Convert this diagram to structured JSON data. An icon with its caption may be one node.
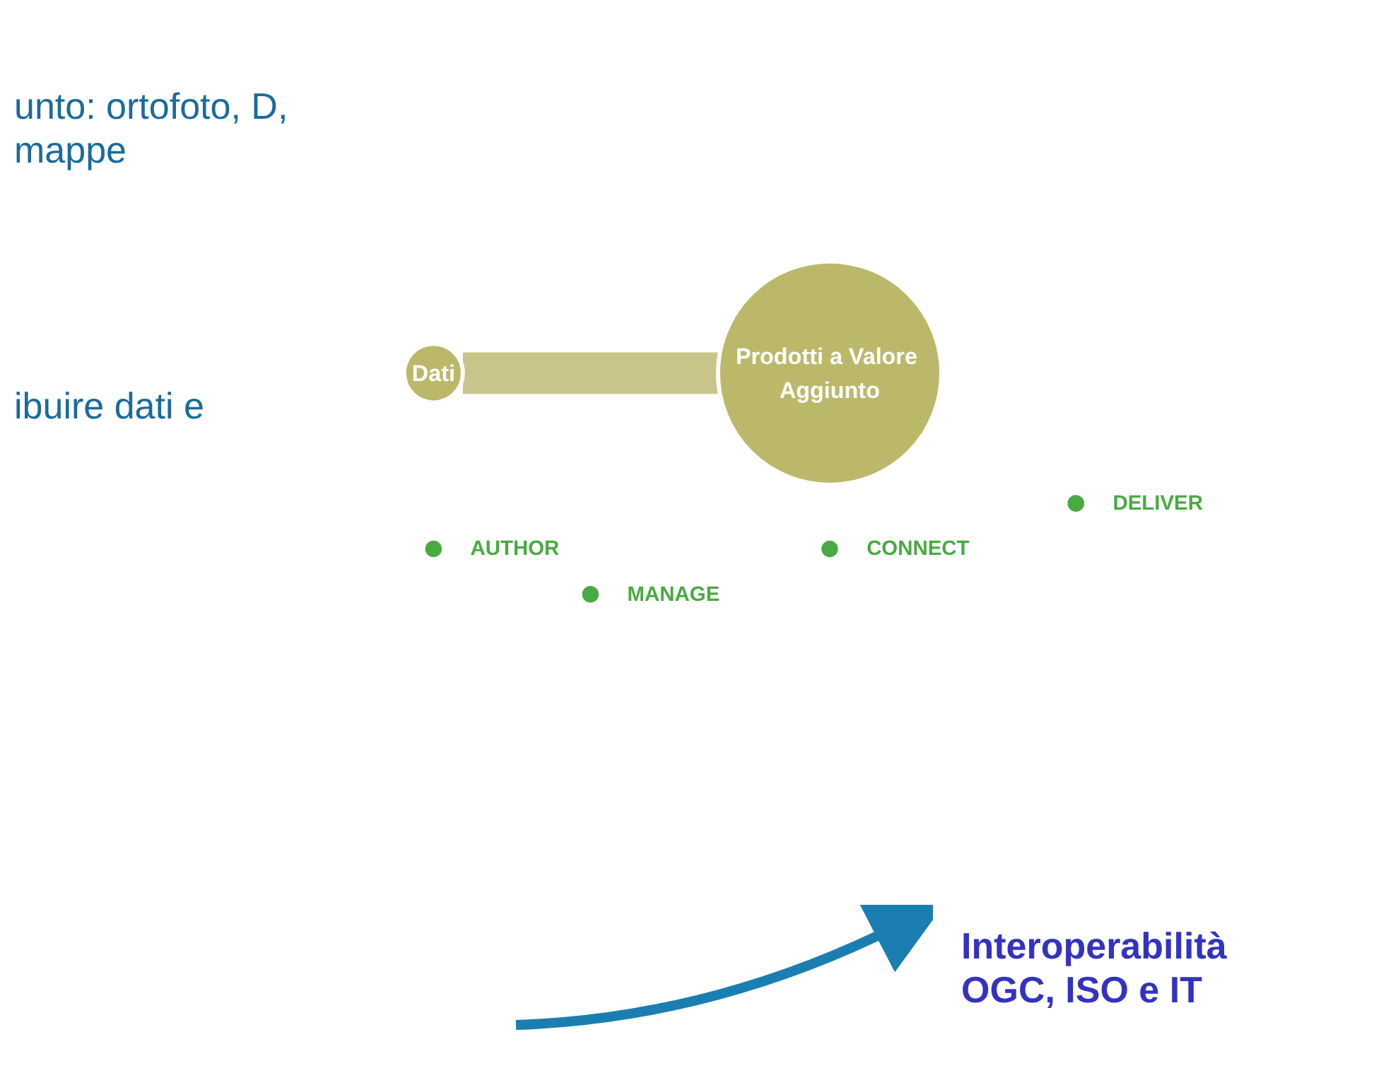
{
  "diagram": {
    "nodes": [
      {
        "text": [
          "Prodotti a Valore Aggiunto"
        ]
      },
      {
        "text": [
          "Dati"
        ]
      },
      {
        "text": [],
        "shape": "circle",
        "beside": [
          "DELIVER"
        ]
      },
      {
        "text": [],
        "shape": "circle",
        "beside": [
          "CONNECT"
        ]
      },
      {
        "text": [],
        "shape": "circle",
        "beside": [
          "MANAGE"
        ]
      },
      {
        "text": [],
        "shape": "circle",
        "beside": [
          "AUTHOR"
        ]
      }
    ],
    "edges": [
      {
        "from": 1,
        "to": 0,
        "arrow": "none"
      }
    ],
    "labels": [
      "unto: ortofoto, D, mappe",
      "ibuire dati e",
      "Interoperabilità OGC, ISO e IT"
    ]
  }
}
